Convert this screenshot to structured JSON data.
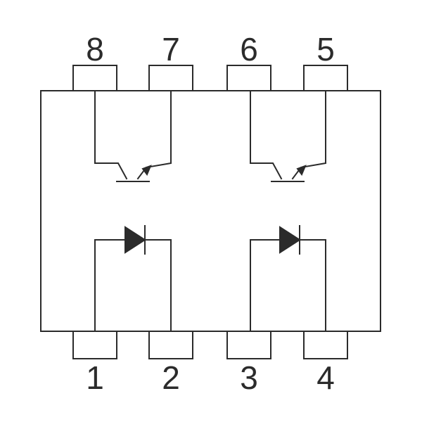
{
  "pins": {
    "top": [
      "8",
      "7",
      "6",
      "5"
    ],
    "bottom": [
      "1",
      "2",
      "3",
      "4"
    ]
  },
  "colors": {
    "line": "#2b2b2b",
    "background": "#ffffff"
  }
}
